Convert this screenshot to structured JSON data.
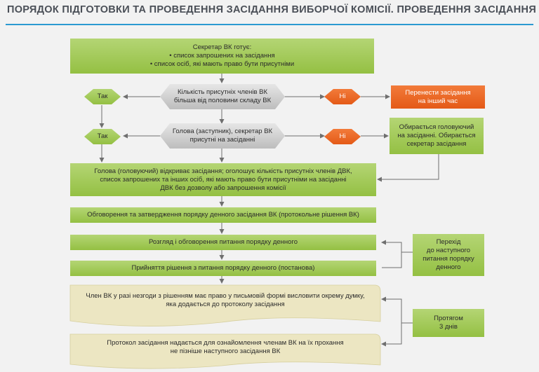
{
  "title": "ПОРЯДОК ПІДГОТОВКИ ТА ПРОВЕДЕННЯ ЗАСІДАННЯ ВИБОРЧОЇ КОМІСІЇ. ПРОВЕДЕННЯ ЗАСІДАННЯ",
  "colors": {
    "accent_rule": "#2c9ad1",
    "green_box": "#a5cd59",
    "orange_box": "#e9661f",
    "grey_decision": "#d3d3d3",
    "beige_box": "#eee8c6",
    "connector": "#6f6f6f"
  },
  "nodes": {
    "secretary_ready": "Секретар ВК готує:\n• список запрошених на засідання\n• список осіб, які мають право бути присутніми",
    "quorum_check": "Кількість присутніх членів ВК\nбільша від половини складу ВК",
    "yes_1": "Так",
    "no_1": "Ні",
    "postpone": "Перенести засідання\nна інший час",
    "head_present_check": "Голова (заступник), секретар ВК\nприсутні на засіданні",
    "yes_2": "Так",
    "no_2": "Ні",
    "elect_chair": "Обирається головуючий\nна засіданні. Обирається\nсекретар засідання",
    "opening": "Голова (головуючий) відкриває засідання; оголошує кількість присутніх членів ДВК,\nсписок запрошених та інших осіб, які мають право бути присутніми на засіданні\nДВК без дозволу або запрошення комісії",
    "agenda": "Обговорення та затвердження порядку денного засідання ВК (протокольне рішення ВК)",
    "discussion": "Розгляд і обговорення питання порядку денного",
    "decision": "Прийняття рішення з питання порядку денного (постанова)",
    "next_item": "Перехід\nдо наступного\nпитання порядку\nденного",
    "dissent": "Член ВК у разі незгоди з рішенням має право у письмовій формі висловити окрему думку,\nяка додається до протоколу засідання",
    "within_days": "Протягом\n3 днів",
    "protocol": "Протокол засідання надається для ознайомлення членам ВК на їх прохання\nне пізніше наступного засідання ВК"
  }
}
